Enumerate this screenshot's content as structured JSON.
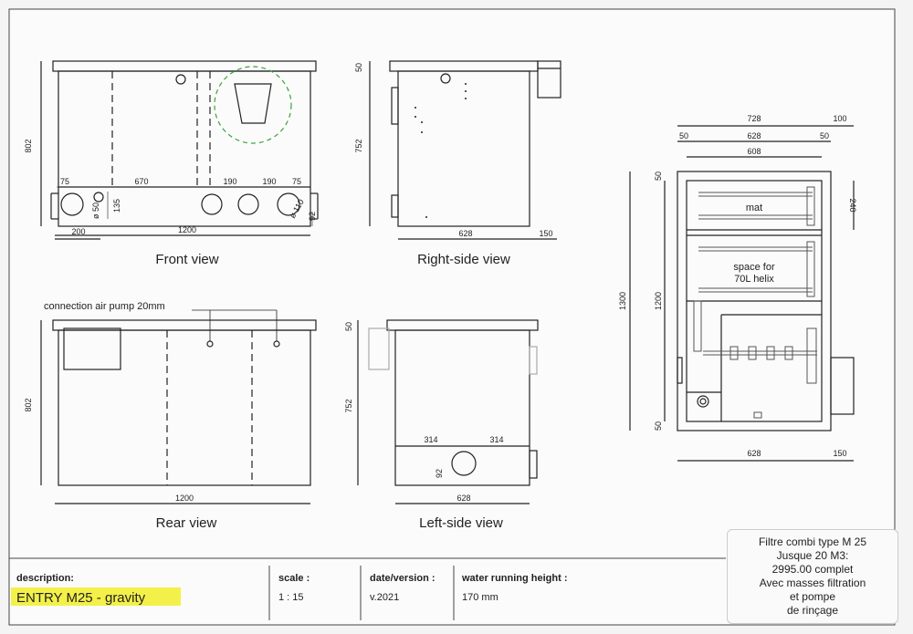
{
  "views": {
    "front": "Front view",
    "right_side": "Right-side view",
    "rear": "Rear view",
    "left_side": "Left-side view"
  },
  "dims": {
    "front_height": "802",
    "front_width": "1200",
    "front_200": "200",
    "front_75a": "75",
    "front_670": "670",
    "front_190a": "190",
    "front_190b": "190",
    "front_75b": "75",
    "front_o50": "ø 50",
    "front_135": "135",
    "front_o110": "ø 110",
    "front_92": "92",
    "right_50": "50",
    "right_752": "752",
    "right_628": "628",
    "right_150": "150",
    "rear_802": "802",
    "rear_1200": "1200",
    "left_50": "50",
    "left_752": "752",
    "left_314a": "314",
    "left_314b": "314",
    "left_92": "92",
    "left_628": "628",
    "top_728": "728",
    "top_100": "100",
    "top_50a": "50",
    "top_628": "628",
    "top_50b": "50",
    "top_608": "608",
    "top_1300": "1300",
    "top_1200": "1200",
    "top_50c": "50",
    "top_50d": "50",
    "top_240": "240",
    "top_628b": "628",
    "top_150": "150"
  },
  "labels": {
    "air_pump": "connection air pump 20mm",
    "mat": "mat",
    "space_for": "space for",
    "helix": "70L helix"
  },
  "title_block": {
    "description_label": "description:",
    "description_value": "ENTRY M25 - gravity",
    "scale_label": "scale :",
    "scale_value": "1 : 15",
    "date_label": "date/version :",
    "date_value": "v.2021",
    "water_label": "water running height :",
    "water_value": "170 mm"
  },
  "info_box": {
    "line1": "Filtre combi type M 25",
    "line2": "Jusque 20 M3:",
    "line3": "2995.00 complet",
    "line4": "Avec masses filtration",
    "line5": "et pompe",
    "line6": "de rinçage"
  },
  "colors": {
    "highlight": "#f3f04a",
    "circle_dash": "#3aa33a",
    "line": "#222222"
  }
}
